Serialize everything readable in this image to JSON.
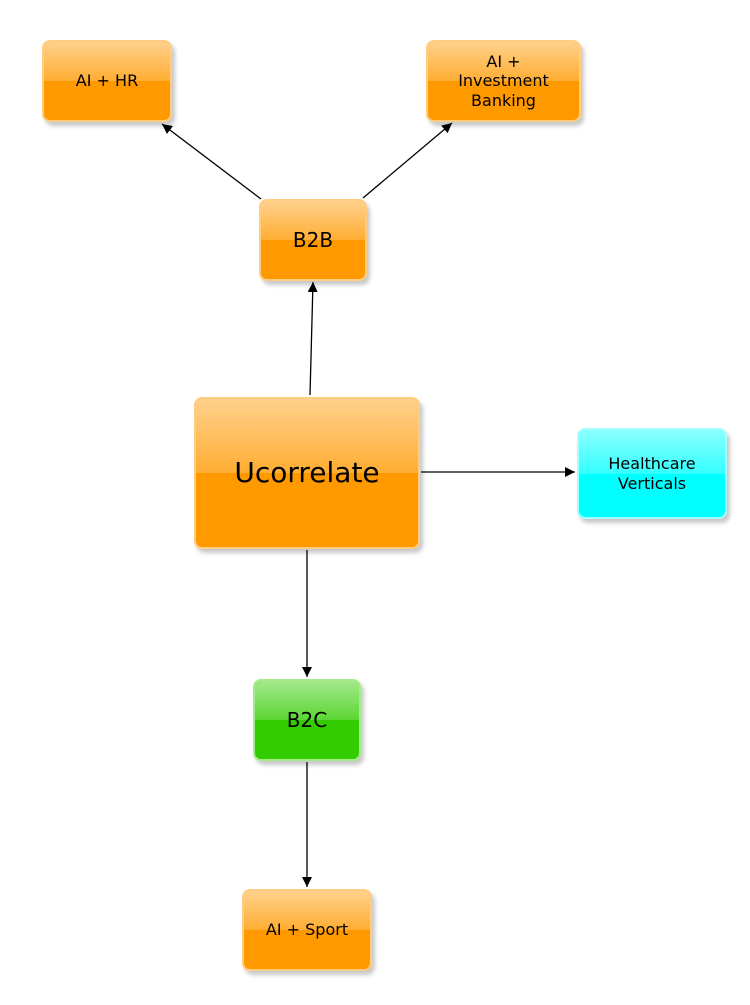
{
  "diagram": {
    "nodes": {
      "hr": {
        "label": "AI + HR",
        "color": "#ff9900"
      },
      "investment": {
        "label": "AI +\nInvestment\nBanking",
        "color": "#ff9900"
      },
      "b2b": {
        "label": "B2B",
        "color": "#ff9900"
      },
      "center": {
        "label": "Ucorrelate",
        "color": "#ff9900"
      },
      "healthcare": {
        "label": "Healthcare\nVerticals",
        "color": "#00ffff"
      },
      "b2c": {
        "label": "B2C",
        "color": "#33cc00"
      },
      "sport": {
        "label": "AI + Sport",
        "color": "#ff9900"
      }
    },
    "edges": [
      {
        "from": "b2b",
        "to": "hr"
      },
      {
        "from": "b2b",
        "to": "investment"
      },
      {
        "from": "center",
        "to": "b2b"
      },
      {
        "from": "center",
        "to": "healthcare"
      },
      {
        "from": "center",
        "to": "b2c"
      },
      {
        "from": "b2c",
        "to": "sport"
      }
    ]
  }
}
